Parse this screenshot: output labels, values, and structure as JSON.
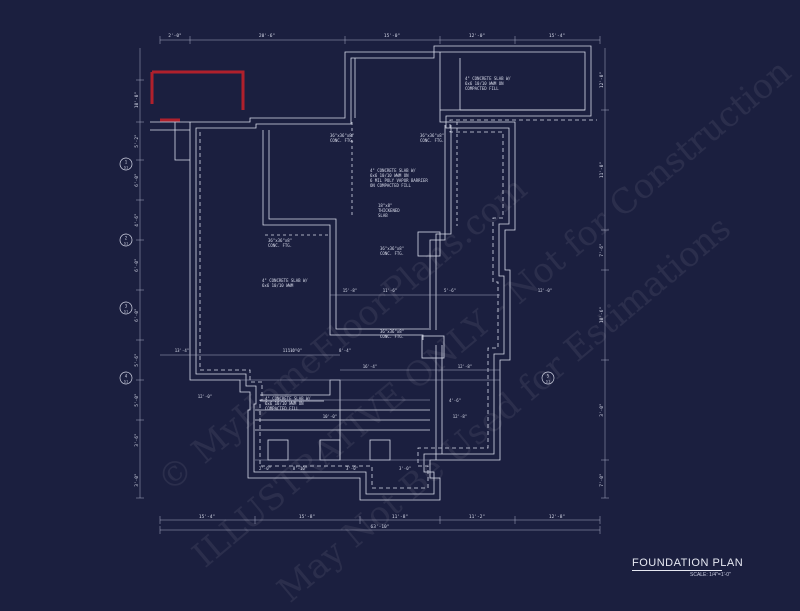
{
  "drawing": {
    "title": "FOUNDATION PLAN",
    "scale": "SCALE: 1/4\"=1'-0\""
  },
  "dimensions_top": [
    "2'-0\"",
    "20'-6\"",
    "15'-0\"",
    "12'-0\"",
    "15'-4\""
  ],
  "dimensions_bottom_row1": [
    "15'-4\"",
    "15'-8\"",
    "11'-8\"",
    "11'-2\"",
    "12'-8\""
  ],
  "dimensions_bottom_total": "63'-10\"",
  "dimensions_left": [
    "10'-0\"",
    "5'-2\"",
    "6'-0\"",
    "4'-6\"",
    "6'-0\"",
    "6'-0\"",
    "5'-6\"",
    "5'-0\"",
    "3'-6\"",
    "3'-0\""
  ],
  "dimensions_right": [
    "12'-0\"",
    "11'-0\"",
    "7'-6\"",
    "10'-6\"",
    "3'-0\"",
    "7'-0\""
  ],
  "dimensions_interior": [
    "11'-0\"",
    "11'-6\"",
    "12'-0\"",
    "5'-6\"",
    "15'-8\"",
    "8'-4\"",
    "12'-8\"",
    "13'-4\"",
    "11'-0\"",
    "4'-6\"",
    "16'-4\"",
    "12'-8\"",
    "12'-0\"",
    "10'-0\"",
    "8'-10\"",
    "3'-0\"",
    "2'-0\"",
    "3'-0\""
  ],
  "notes": [
    {
      "id": "slab-garage",
      "lines": [
        "4\" CONCRETE SLAB W/",
        "6x6 10/10 WWM ON",
        "COMPACTED FILL"
      ]
    },
    {
      "id": "footing-1",
      "lines": [
        "36\"x36\"x8\"",
        "CONC. FTG."
      ]
    },
    {
      "id": "slab-main",
      "lines": [
        "4\" CONCRETE SLAB W/",
        "6x6 10/10 WWM ON",
        "6 MIL POLY VAPOR BARRIER",
        "ON COMPACTED FILL"
      ]
    },
    {
      "id": "thickened-slab",
      "lines": [
        "18\"x8\"",
        "THICKENED",
        "SLAB"
      ]
    },
    {
      "id": "footing-2",
      "lines": [
        "36\"x36\"x8\"",
        "CONC. FTG."
      ]
    },
    {
      "id": "footing-3",
      "lines": [
        "36\"x36\"x8\"",
        "CONC. FTG."
      ]
    },
    {
      "id": "slab-porch",
      "lines": [
        "4\" CONCRETE SLAB W/",
        "6x6 10/10 WWM"
      ]
    },
    {
      "id": "footing-4",
      "lines": [
        "36\"x36\"x8\"",
        "CONC. FTG."
      ]
    },
    {
      "id": "footing-5",
      "lines": [
        "36\"x36\"x8\"",
        "CONC. FTG."
      ]
    },
    {
      "id": "slab-front",
      "lines": [
        "4\" CONCRETE SLAB W/",
        "6x6 10/10 WWM ON",
        "COMPACTED FILL"
      ]
    }
  ],
  "section_markers": [
    {
      "num": "1",
      "sheet": "S1"
    },
    {
      "num": "2",
      "sheet": "S1"
    },
    {
      "num": "3",
      "sheet": "S1"
    },
    {
      "num": "4",
      "sheet": "S1"
    },
    {
      "num": "5",
      "sheet": "S1"
    }
  ],
  "watermarks": [
    "© MyHomeFloorPlans.com",
    "ILLUSTRATIVE ONLY - Not for Construction",
    "May Not Be Used for Estimations"
  ],
  "colors": {
    "background": "#1b1f3f",
    "linework": "#d8dbea",
    "dimension": "#a9adc6",
    "highlight": "#b0202c"
  }
}
